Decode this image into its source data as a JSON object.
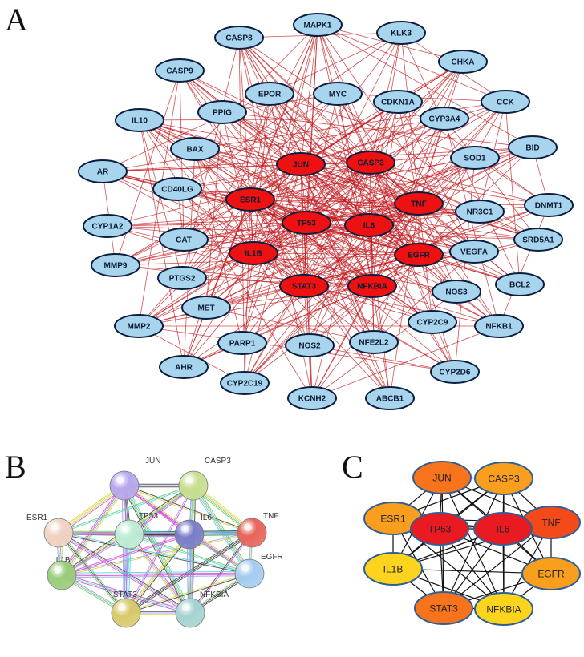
{
  "panels": [
    {
      "id": "A",
      "label": "A"
    },
    {
      "id": "B",
      "label": "B"
    },
    {
      "id": "C",
      "label": "C"
    }
  ],
  "colors": {
    "network_a_edge": "#c0161b",
    "network_a_node_core": "#ee1111",
    "network_a_node_other": "#a8d4ee",
    "network_a_node_stroke": "#0b1e3d",
    "network_c_edge": "#111111",
    "network_c_node_stroke": "#2e5e96"
  },
  "network_a": {
    "core_nodes": [
      "JUN",
      "CASP3",
      "ESR1",
      "TNF",
      "TP53",
      "IL6",
      "IL1B",
      "EGFR",
      "STAT3",
      "NFKBIA"
    ],
    "nodes": [
      "MAPK1",
      "KLK3",
      "CASP8",
      "CHKA",
      "CASP9",
      "EPOR",
      "MYC",
      "CDKN1A",
      "CCK",
      "IL10",
      "PPIG",
      "CYP3A4",
      "BID",
      "BAX",
      "JUN",
      "CASP3",
      "SOD1",
      "AR",
      "CD40LG",
      "ESR1",
      "TNF",
      "NR3C1",
      "DNMT1",
      "TP53",
      "IL6",
      "CYP1A2",
      "CAT",
      "SRD5A1",
      "IL1B",
      "EGFR",
      "VEGFA",
      "MMP9",
      "PTGS2",
      "BCL2",
      "STAT3",
      "NFKBIA",
      "NOS3",
      "MET",
      "MMP2",
      "CYP2C9",
      "NFKB1",
      "PARP1",
      "NOS2",
      "NFE2L2",
      "AHR",
      "CYP2D6",
      "CYP2C19",
      "KCNH2",
      "ABCB1"
    ]
  },
  "network_b": {
    "nodes": [
      {
        "label": "JUN",
        "color": "#b8a8ec"
      },
      {
        "label": "CASP3",
        "color": "#c6e08e"
      },
      {
        "label": "ESR1",
        "color": "#f1d2c2"
      },
      {
        "label": "TNF",
        "color": "#e8645a"
      },
      {
        "label": "TP53",
        "color": "#bdecd4"
      },
      {
        "label": "IL6",
        "color": "#7a7ec8"
      },
      {
        "label": "EGFR",
        "color": "#a4ccef"
      },
      {
        "label": "IL1B",
        "color": "#9acc7a"
      },
      {
        "label": "STAT3",
        "color": "#d8ca6c"
      },
      {
        "label": "NFKBIA",
        "color": "#a6d2d2"
      }
    ],
    "edge_colors": [
      "#d24ad2",
      "#3a3a3a",
      "#d6d23a",
      "#4ad8d8",
      "#6ac86a",
      "#9a9ae6"
    ]
  },
  "network_c": {
    "nodes": [
      {
        "label": "JUN",
        "color": "#f8741c"
      },
      {
        "label": "CASP3",
        "color": "#fa9e1e"
      },
      {
        "label": "ESR1",
        "color": "#fa9e1e"
      },
      {
        "label": "TNF",
        "color": "#f44a1a"
      },
      {
        "label": "TP53",
        "color": "#ea1a22"
      },
      {
        "label": "IL6",
        "color": "#ea1a22"
      },
      {
        "label": "IL1B",
        "color": "#fcd41e"
      },
      {
        "label": "EGFR",
        "color": "#fa9e1e"
      },
      {
        "label": "STAT3",
        "color": "#f8741c"
      },
      {
        "label": "NFKBIA",
        "color": "#fcd41e"
      }
    ]
  }
}
